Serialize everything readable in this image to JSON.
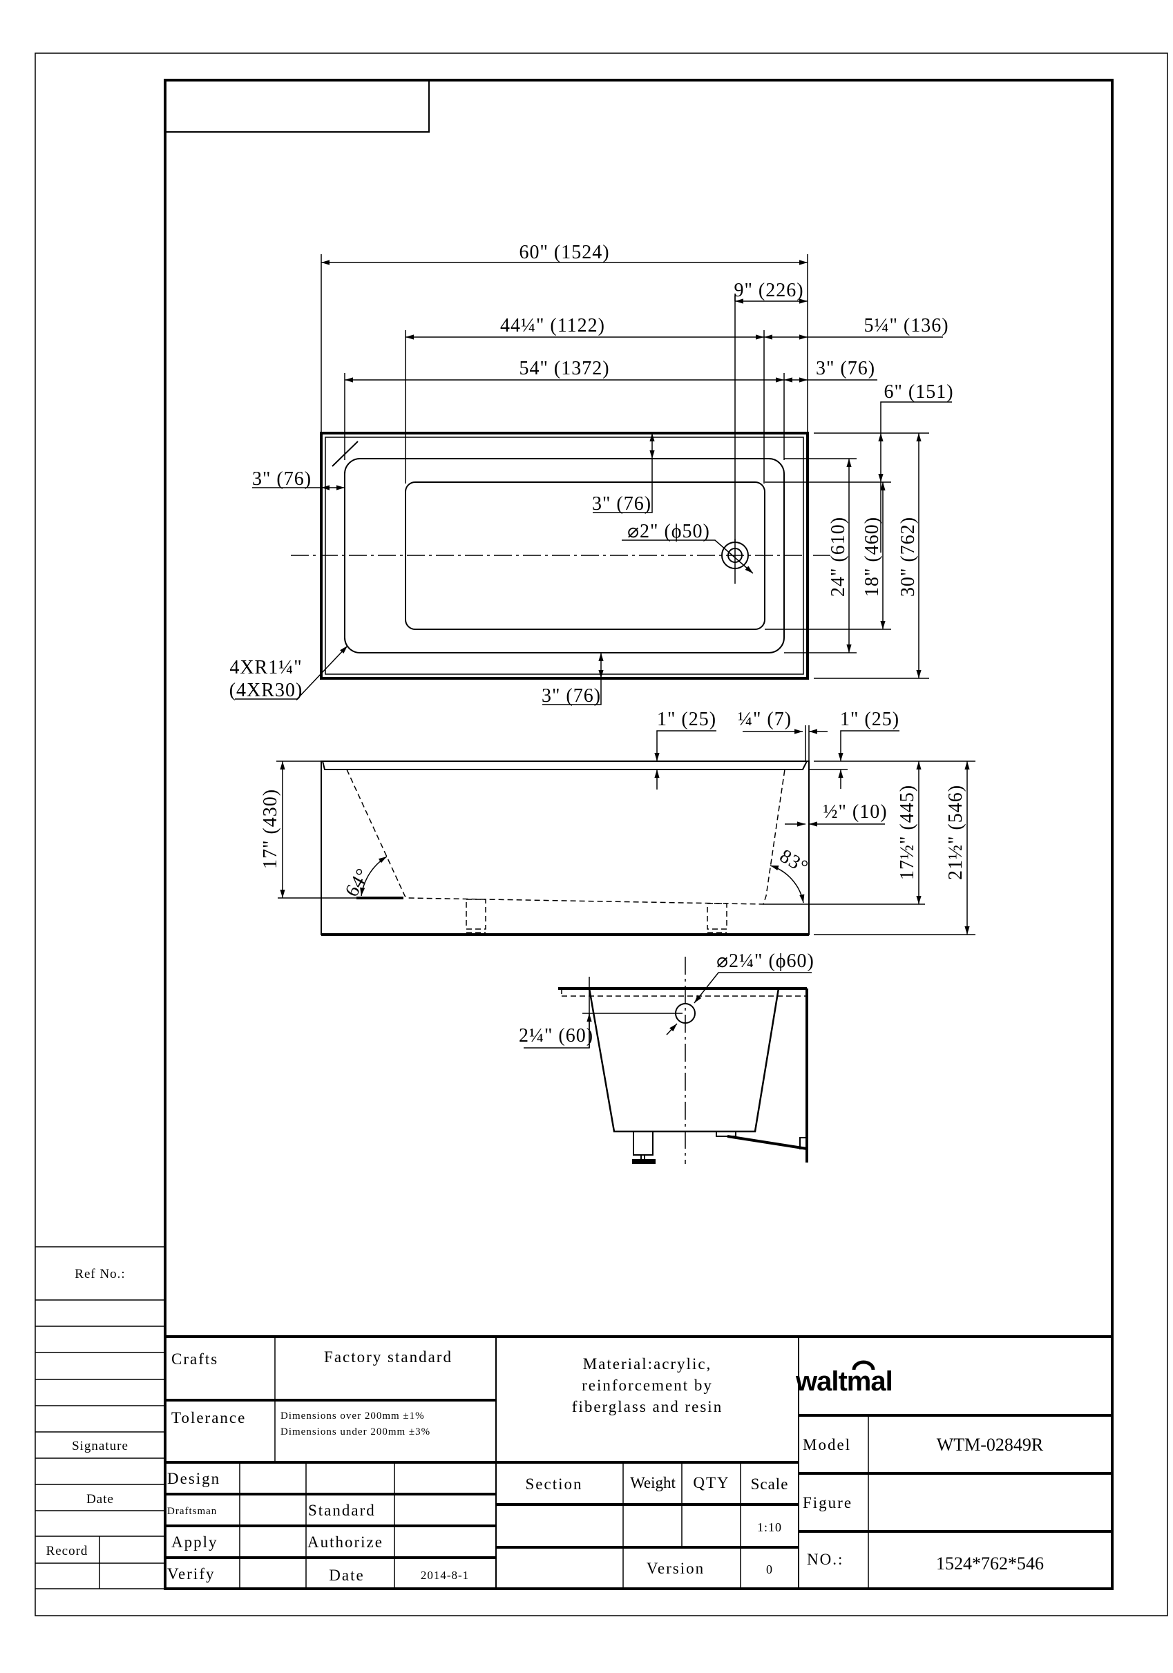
{
  "left_strip": {
    "ref_no": "Ref No.:",
    "signature": "Signature",
    "date": "Date",
    "record": "Record"
  },
  "top_view": {
    "overall_length": "60\" (1524)",
    "drain_offset": "9\" (226)",
    "bottom_length": "44¼\" (1122)",
    "bottom_right_offset": "5¼\" (136)",
    "rim_length": "54\" (1372)",
    "rim_right_deck": "3\" (76)",
    "bottom_top_offset": "6\" (151)",
    "left_deck": "3\" (76)",
    "top_deck": "3\" (76)",
    "drain_diameter": "⌀2\" (ϕ50)",
    "rim_width": "24\" (610)",
    "bottom_width": "18\" (460)",
    "overall_width": "30\" (762)",
    "corner_radius": "4XR1¼\"",
    "corner_radius_mm": "(4XR30)",
    "bottom_deck": "3\" (76)"
  },
  "side_view": {
    "rim_thickness": "1\" (25)",
    "lip": "¼\" (7)",
    "rim_thickness_right": "1\" (25)",
    "wall_offset": "½\" (10)",
    "inner_depth": "17\" (430)",
    "left_angle": "64°",
    "right_angle": "83°",
    "depth_to_floor": "17½\" (445)",
    "overall_height": "21½\" (546)"
  },
  "section_view": {
    "overflow_diameter": "⌀2¼\" (ϕ60)",
    "overflow_height": "2¼\" (60)"
  },
  "title_block": {
    "crafts_label": "Crafts",
    "crafts_value": "Factory standard",
    "tolerance_label": "Tolerance",
    "tolerance_lines": [
      "Dimensions over 200mm ±1%",
      "Dimensions under 200mm ±3%"
    ],
    "material_lines": [
      "Material:acrylic,",
      "reinforcement by",
      "fiberglass and resin"
    ],
    "logo": "waltmal",
    "design": "Design",
    "draftsman": "Draftsman",
    "standard": "Standard",
    "apply": "Apply",
    "authorize": "Authorize",
    "verify": "Verify",
    "date_label": "Date",
    "date_value": "2014-8-1",
    "section": "Section",
    "weight": "Weight",
    "qty": "QTY",
    "scale": "Scale",
    "scale_value": "1:10",
    "version": "Version",
    "version_value": "0",
    "model_label": "Model",
    "model_value": "WTM-02849R",
    "figure_label": "Figure",
    "no_label": "NO.:",
    "no_value": "1524*762*546"
  }
}
